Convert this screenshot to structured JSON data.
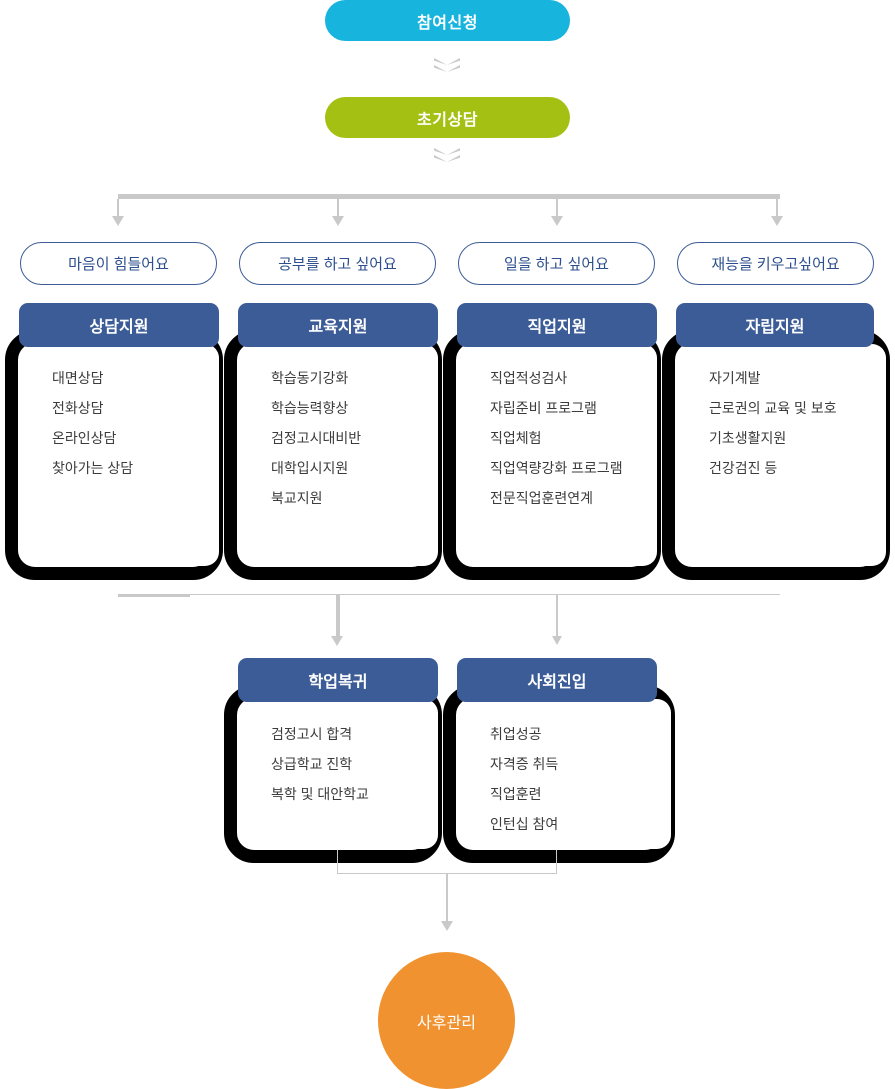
{
  "flow": {
    "start": {
      "label": "참여신청",
      "color": "#17b4dd"
    },
    "second": {
      "label": "초기상담",
      "color": "#a4c113"
    },
    "result": {
      "label": "사후관리",
      "color": "#f0922f"
    }
  },
  "questions": [
    {
      "label": "마음이 힘들어요"
    },
    {
      "label": "공부를 하고 싶어요"
    },
    {
      "label": "일을 하고 싶어요"
    },
    {
      "label": "재능을 키우고싶어요"
    }
  ],
  "support_cards": [
    {
      "title": "상담지원",
      "items": [
        "대면상담",
        "전화상담",
        "온라인상담",
        "찾아가는 상담"
      ]
    },
    {
      "title": "교육지원",
      "items": [
        "학습동기강화",
        "학습능력향상",
        "검정고시대비반",
        "대학입시지원",
        "북교지원"
      ]
    },
    {
      "title": "직업지원",
      "items": [
        "직업적성검사",
        "자립준비 프로그램",
        "직업체험",
        "직업역량강화 프로그램",
        "전문직업훈련연계"
      ]
    },
    {
      "title": "자립지원",
      "items": [
        "자기계발",
        "근로권의 교육 및 보호",
        "기초생활지원",
        "건강검진 등"
      ]
    }
  ],
  "outcome_cards": [
    {
      "title": "학업복귀",
      "items": [
        "검정고시 합격",
        "상급학교 진학",
        "복학 및 대안학교"
      ]
    },
    {
      "title": "사회진입",
      "items": [
        "취업성공",
        "자격증 취득",
        "직업훈련",
        "인턴십 참여"
      ]
    }
  ],
  "colors": {
    "header_blue": "#3c5c97",
    "question_border": "#3c5c97",
    "question_text": "#2d4f8e",
    "connector": "#c9c9c9",
    "shadow": "#000000"
  }
}
